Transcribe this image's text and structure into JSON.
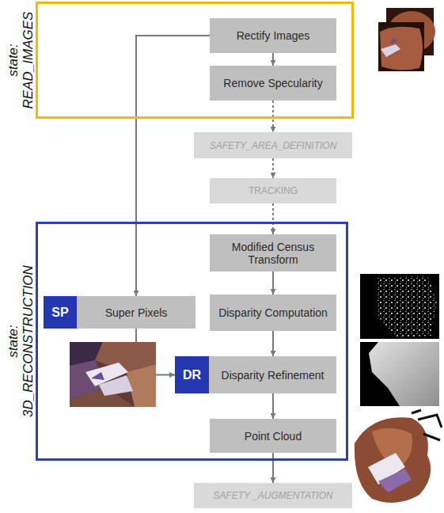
{
  "diagram": {
    "nodes": [
      {
        "text": [
          "state: READ_IMAGES"
        ]
      },
      {
        "text": [
          "Rectify Images"
        ],
        "in": 0
      },
      {
        "text": [
          "Remove Specularity"
        ],
        "in": 0
      },
      {
        "text": [
          "SAFETY_AREA_DEFINITION"
        ]
      },
      {
        "text": [
          "TRACKING"
        ]
      },
      {
        "text": [
          "state: 3D_RECONSTRUCTION"
        ]
      },
      {
        "text": [
          "Modified Census Transform"
        ],
        "in": 5
      },
      {
        "text": [
          "SP"
        ],
        "in": 5
      },
      {
        "text": [
          "Super Pixels"
        ],
        "in": 5
      },
      {
        "text": [
          "Disparity Computation"
        ],
        "in": 5
      },
      {
        "text": [
          "DR"
        ],
        "in": 5
      },
      {
        "text": [
          "Disparity Refinement"
        ],
        "in": 5
      },
      {
        "text": [
          "Point Cloud"
        ],
        "in": 5
      },
      {
        "text": [
          "SAFETY _AUGMENTATION"
        ]
      }
    ],
    "edges": [
      {
        "from": 1,
        "to": 2,
        "arrow": "to"
      },
      {
        "from": 2,
        "to": 3,
        "arrow": "to"
      },
      {
        "from": 3,
        "to": 4,
        "arrow": "to"
      },
      {
        "from": 4,
        "to": 6,
        "arrow": "to"
      },
      {
        "from": 6,
        "to": 9,
        "arrow": "to"
      },
      {
        "from": 9,
        "to": 11,
        "arrow": "to"
      },
      {
        "from": 11,
        "to": 12,
        "arrow": "to"
      },
      {
        "from": 12,
        "to": 13,
        "arrow": "to"
      },
      {
        "from": 1,
        "to": 8,
        "arrow": "to"
      },
      {
        "from": 8,
        "to": 10,
        "arrow": "to"
      }
    ]
  }
}
